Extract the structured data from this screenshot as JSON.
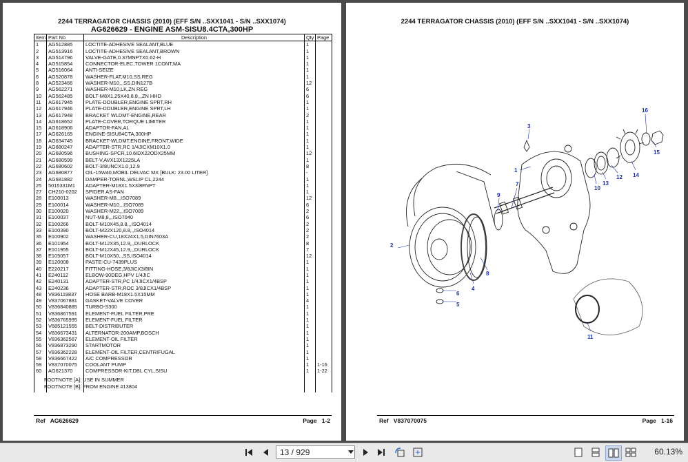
{
  "left_page": {
    "title": "2244 TERRAGATOR CHASSIS (2010) (EFF S/N ..SXX1041 - S/N ..SXX1074)",
    "subtitle": "AG626629 - ENGINE ASM-SISU8.4CTA,300HP",
    "columns": [
      "Item",
      "Part No",
      "Description",
      "Qty",
      "Page"
    ],
    "rows": [
      [
        "1",
        "AG512885",
        "LOCTITE-ADHESIVE SEALANT,BLUE",
        "1",
        ""
      ],
      [
        "2",
        "AG513916",
        "LOCTITE-ADHESIVE SEALANT,BROWN",
        "1",
        ""
      ],
      [
        "3",
        "AG514796",
        "VALVE-GATE,0.37MNPTX0.62-H",
        "1",
        ""
      ],
      [
        "4",
        "AG515854",
        "CONNECTOR-ELEC,TOWER 1CONT,MA",
        "1",
        ""
      ],
      [
        "5",
        "AG516064",
        "ANTI-SEIZE",
        "1",
        ""
      ],
      [
        "6",
        "AG520878",
        "WASHER-FLAT,M10,SS,REG",
        "1",
        ""
      ],
      [
        "8",
        "AG523466",
        "WASHER-M10,,,SS,DIN127B",
        "12",
        ""
      ],
      [
        "9",
        "AG562271",
        "WASHER-M10,LK,ZN REG",
        "6",
        ""
      ],
      [
        "10",
        "AG562485",
        "BOLT-M8X1.25X40,8.8,,,ZN HHD",
        "6",
        ""
      ],
      [
        "11",
        "AG617945",
        "PLATE-DOUBLER,ENGINE SPRT,RH",
        "1",
        ""
      ],
      [
        "12",
        "AG617946",
        "PLATE-DOUBLER,ENGINE SPRT,LH",
        "1",
        ""
      ],
      [
        "13",
        "AG617948",
        "BRACKET WLDMT-ENGINE,REAR",
        "2",
        ""
      ],
      [
        "14",
        "AG618652",
        "PLATE-COVER,TORQUE LIMITER",
        "1",
        ""
      ],
      [
        "15",
        "AG618906",
        "ADAPTOR-FAN,AL",
        "1",
        ""
      ],
      [
        "17",
        "AG626165",
        "ENGINE-SISU84CTA,300HP",
        "1",
        ""
      ],
      [
        "18",
        "AG634745",
        "BRACKET-WLDMT,ENGINE,FRONT,WIDE",
        "1",
        ""
      ],
      [
        "19",
        "AG680247",
        "ADAPTER-STR,RC 1/4JICXM10X1.0",
        "1",
        ""
      ],
      [
        "20",
        "AG680596",
        "BUSHING-SPCR,10.6IDX22ODX25MM",
        "12",
        ""
      ],
      [
        "21",
        "AG680599",
        "BELT-V,AVX13X1225LA",
        "1",
        ""
      ],
      [
        "22",
        "AG680602",
        "BOLT-3/8UNCX1.0,12.9",
        "8",
        ""
      ],
      [
        "23",
        "AG680877",
        "OIL-15W40,MOBIL DELVAC MX [BULK: 23.00 LITER]",
        "-",
        ""
      ],
      [
        "24",
        "AG681882",
        "DAMPER-TORNL,WSLIP CL,2244",
        "1",
        ""
      ],
      [
        "25",
        "5015331M1",
        "ADAPTER-M18X1.5X3/8FNPT",
        "1",
        ""
      ],
      [
        "27",
        "CH210-0202",
        "SPIDER AS-FAN",
        "1",
        ""
      ],
      [
        "28",
        "E100013",
        "WASHER-M8,,,ISO7089",
        "12",
        ""
      ],
      [
        "29",
        "E100014",
        "WASHER-M10,,,ISO7089",
        "6",
        ""
      ],
      [
        "30",
        "E100020",
        "WASHER-M22,,,ISO7089",
        "2",
        ""
      ],
      [
        "31",
        "E100037",
        "NUT-M8,8,,,ISO7040",
        "6",
        ""
      ],
      [
        "32",
        "E100266",
        "BOLT-M10X45,8.8,,,ISO4014",
        "2",
        ""
      ],
      [
        "33",
        "E100390",
        "BOLT-M22X120,8.8,,,ISO4014",
        "2",
        ""
      ],
      [
        "35",
        "E100902",
        "WASHER-CU,18X24X1.5,DIN7603A",
        "2",
        ""
      ],
      [
        "36",
        "E101954",
        "BOLT-M12X35,12.9,,,DURLOCK",
        "8",
        ""
      ],
      [
        "37",
        "E101955",
        "BOLT-M12X45,12.9,,,DURLOCK",
        "7",
        ""
      ],
      [
        "38",
        "E105057",
        "BOLT-M10X50,,,SS,ISO4014",
        "12",
        ""
      ],
      [
        "39",
        "E120008",
        "PASTE-CU-7439PLUS",
        "1",
        ""
      ],
      [
        "40",
        "E220217",
        "FITTING-HOSE,3/8JICX3/8IN",
        "1",
        ""
      ],
      [
        "41",
        "E240112",
        "ELBOW-90DEG,HPV 1/4JIC",
        "1",
        ""
      ],
      [
        "42",
        "E240131",
        "ADAPTER-STR,PC 1/4JICX1/4BSP",
        "1",
        ""
      ],
      [
        "43",
        "E240236",
        "ADAPTER-STR,ROC 3/8JICX1/4BSP",
        "1",
        ""
      ],
      [
        "48",
        "V836119837",
        "HOSE BARB-M18X1.5X15MM",
        "1",
        ""
      ],
      [
        "49",
        "V837067881",
        "GASKET-VALVE COVER",
        "4",
        ""
      ],
      [
        "50",
        "V836840885",
        "TURBO-S300",
        "1",
        ""
      ],
      [
        "51",
        "V836867591",
        "ELEMENT-FUEL FILTER,PRE",
        "1",
        ""
      ],
      [
        "52",
        "V836765995",
        "ELEMENT-FUEL FILTER",
        "1",
        ""
      ],
      [
        "53",
        "V685121555",
        "BELT-DISTRIBUTER",
        "1",
        ""
      ],
      [
        "54",
        "V836673431",
        "ALTERNATOR-200AMP,BOSCH",
        "1",
        ""
      ],
      [
        "55",
        "V836362567",
        "ELEMENT-OIL FILTER",
        "1",
        ""
      ],
      [
        "56",
        "V836873290",
        "STARTMOTOR",
        "1",
        ""
      ],
      [
        "57",
        "V836362228",
        "ELEMENT-OIL FILTER,CENTRIFUGAL",
        "1",
        ""
      ],
      [
        "58",
        "V836667422",
        "A/C COMPRESSOR",
        "1",
        ""
      ],
      [
        "59",
        "V837070075",
        "COOLANT PUMP",
        "1",
        "1-16"
      ],
      [
        "60",
        "AG621370",
        "COMPRESSOR-KIT,DBL CYL,SISU",
        "1",
        "1-22"
      ]
    ],
    "footnotes": [
      "FOOTNOTE [A]: USE IN SUMMER",
      "FOOTNOTE [B]: FROM ENGINE #13804"
    ],
    "ref_label": "Ref",
    "ref_value": "AG626629",
    "page_label": "Page",
    "page_value": "1-2"
  },
  "right_page": {
    "title": "2244 TERRAGATOR CHASSIS (2010) (EFF S/N ..SXX1041 - S/N ..SXX1074)",
    "callouts": [
      "1",
      "2",
      "3",
      "4",
      "5",
      "6",
      "7",
      "8",
      "9",
      "10",
      "11",
      "12",
      "13",
      "14",
      "15",
      "16"
    ],
    "ref_label": "Ref",
    "ref_value": "V837070075",
    "page_label": "Page",
    "page_value": "1-16"
  },
  "toolbar": {
    "page_display": "13 / 929",
    "zoom": "60.13%"
  },
  "icons": [
    "first-page-icon",
    "prev-page-icon",
    "dropdown-icon",
    "next-page-icon",
    "last-page-icon",
    "rotate-icon",
    "fit-icon",
    "single-page-icon",
    "two-page-icon",
    "scroll-icon",
    "facing-icon"
  ]
}
